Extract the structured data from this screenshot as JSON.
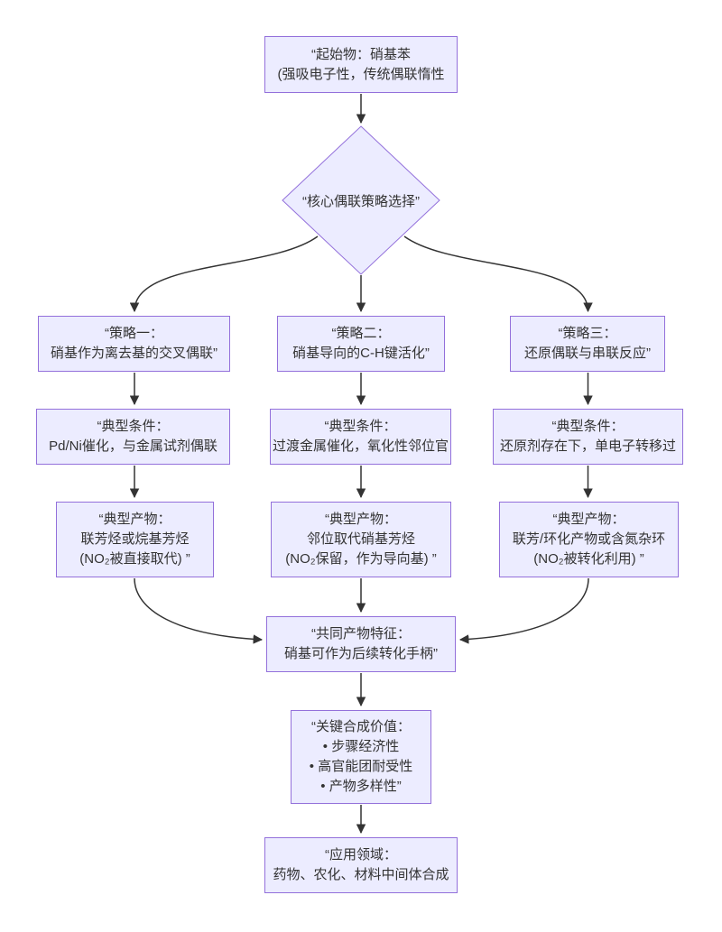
{
  "diagram": {
    "type": "flowchart",
    "colors": {
      "background": "#ffffff",
      "node_fill": "#ECECFF",
      "node_border": "#9370DB",
      "edge": "#333333",
      "text": "#333333"
    },
    "nodes": {
      "start": {
        "lines": [
          "“起始物：硝基苯",
          "(强吸电子性，传统偶联惰性"
        ]
      },
      "decision": {
        "lines": [
          "“核心偶联策略选择”"
        ]
      },
      "strategy1": {
        "lines": [
          "“策略一：",
          "硝基作为离去基的交叉偶联”"
        ]
      },
      "strategy2": {
        "lines": [
          "“策略二：",
          "硝基导向的C-H键活化”"
        ]
      },
      "strategy3": {
        "lines": [
          "“策略三：",
          "还原偶联与串联反应”"
        ]
      },
      "cond1": {
        "lines": [
          "“典型条件：",
          "Pd/Ni催化，与金属试剂偶联"
        ]
      },
      "cond2": {
        "lines": [
          "“典型条件：",
          "过渡金属催化，氧化性邻位官"
        ]
      },
      "cond3": {
        "lines": [
          "“典型条件：",
          "还原剂存在下，单电子转移过"
        ]
      },
      "prod1": {
        "lines": [
          "“典型产物：",
          "联芳烃或烷基芳烃",
          "(NO₂被直接取代) ”"
        ]
      },
      "prod2": {
        "lines": [
          "“典型产物：",
          "邻位取代硝基芳烃",
          "(NO₂保留，作为导向基) ”"
        ]
      },
      "prod3": {
        "lines": [
          "“典型产物：",
          "联芳/环化产物或含氮杂环",
          "(NO₂被转化利用) ”"
        ]
      },
      "common": {
        "lines": [
          "“共同产物特征：",
          "硝基可作为后续转化手柄”"
        ]
      },
      "value": {
        "lines": [
          "“关键合成价值：",
          "• 步骤经济性",
          "• 高官能团耐受性",
          "• 产物多样性”"
        ]
      },
      "app": {
        "lines": [
          "“应用领域：",
          "药物、农化、材料中间体合成"
        ]
      }
    }
  }
}
